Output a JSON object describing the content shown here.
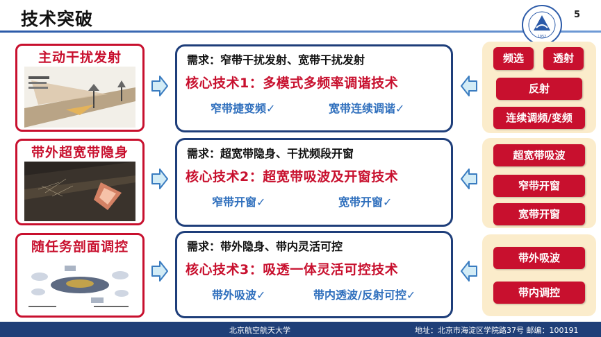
{
  "header": {
    "title": "技术突破",
    "page_number": "5"
  },
  "footer": {
    "university": "北京航空航天大学",
    "address": "地址：北京市海淀区学院路37号   邮编：100191"
  },
  "rows": [
    {
      "left_title": "主动干扰发射",
      "need": "需求：窄带干扰发射、宽带干扰发射",
      "core": "核心技术1：多模式多频率调谐技术",
      "features": [
        "窄带捷变频✓",
        "宽带连续调谐✓"
      ],
      "tags": [
        "频选",
        "透射",
        "反射",
        "连续调频/变频"
      ]
    },
    {
      "left_title": "带外超宽带隐身",
      "need": "需求：超宽带隐身、干扰频段开窗",
      "core": "核心技术2：超宽带吸波及开窗技术",
      "features": [
        "窄带开窗✓",
        "宽带开窗✓"
      ],
      "tags": [
        "超宽带吸波",
        "窄带开窗",
        "宽带开窗"
      ]
    },
    {
      "left_title": "随任务剖面调控",
      "need": "需求：带外隐身、带内灵活可控",
      "core": "核心技术3：吸透一体灵活可控技术",
      "features": [
        "带外吸波✓",
        "带内透波/反射可控✓"
      ],
      "tags": [
        "带外吸波",
        "带内调控"
      ]
    }
  ],
  "colors": {
    "accent_red": "#c8102e",
    "navy": "#1e3e7a",
    "feature_blue": "#2f6fbd",
    "panel_beige": "#fbeccb",
    "arrow_fill": "#d3ecf6",
    "arrow_stroke": "#3a7cc0"
  }
}
